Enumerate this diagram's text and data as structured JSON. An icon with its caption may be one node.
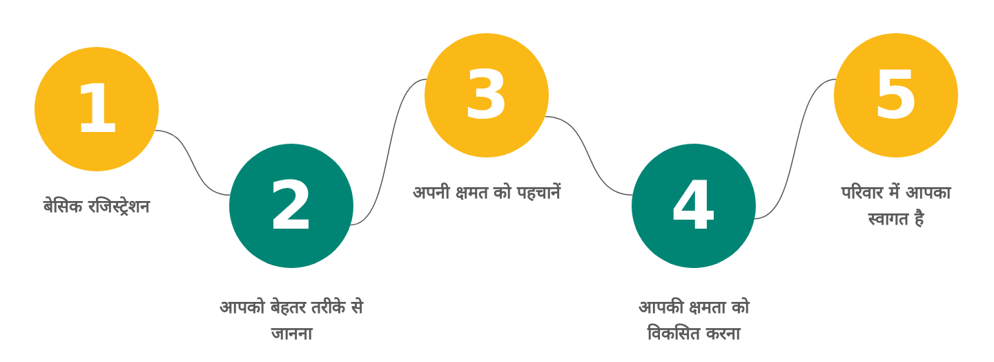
{
  "diagram": {
    "nodes": [
      {
        "text": [
          "1"
        ],
        "beside": [
          "बेसिक रजिस्ट्रेशन"
        ]
      },
      {
        "text": [
          "2"
        ],
        "beside": [
          "आपको बेहतर तरीके से जानना"
        ]
      },
      {
        "text": [
          "3"
        ],
        "beside": [
          "अपनी क्षमत को पहचानें"
        ]
      },
      {
        "text": [
          "4"
        ],
        "beside": [
          "आपकी क्षमता को विकसित करना"
        ]
      },
      {
        "text": [
          "5"
        ],
        "beside": [
          "परिवार में आपका स्वागत है"
        ]
      }
    ],
    "edges": [
      {
        "from": 0,
        "to": 1,
        "arrow": "none"
      },
      {
        "from": 1,
        "to": 2,
        "arrow": "none"
      },
      {
        "from": 2,
        "to": 3,
        "arrow": "none"
      },
      {
        "from": 3,
        "to": 4,
        "arrow": "none"
      }
    ]
  }
}
